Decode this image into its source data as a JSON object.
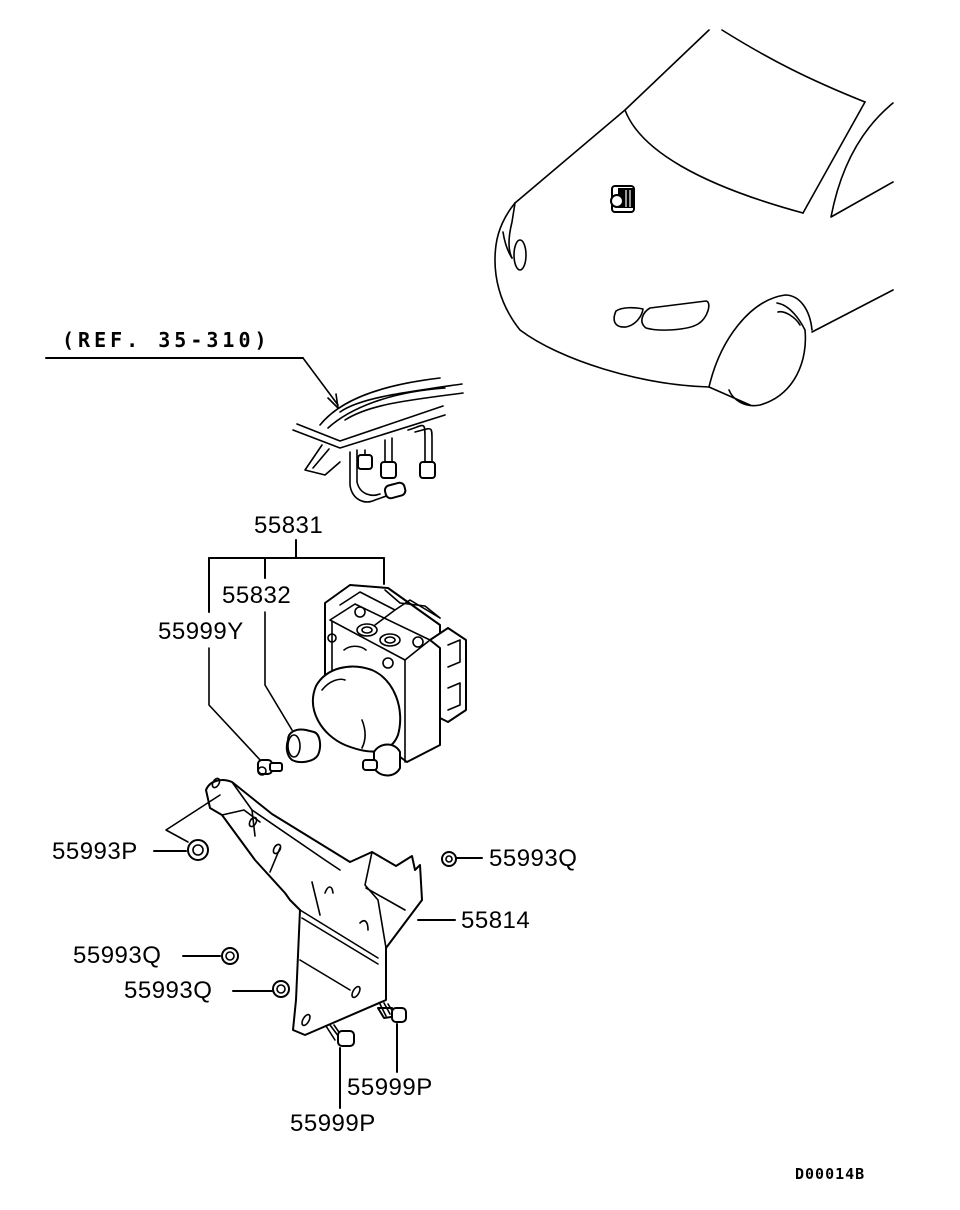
{
  "diagram": {
    "type": "exploded-parts-diagram",
    "subject": "ABS hydraulic unit and bracket",
    "reference_note": "(REF. 35-310)",
    "drawing_code": "D00014B",
    "colors": {
      "line": "#000000",
      "background": "#ffffff"
    },
    "parts": [
      {
        "id": "p55831",
        "label": "55831",
        "description": "ABS hydraulic unit assembly (group)"
      },
      {
        "id": "p55832",
        "label": "55832",
        "description": "Bushing / insulator"
      },
      {
        "id": "p55999y",
        "label": "55999Y",
        "description": "Stud bolt"
      },
      {
        "id": "p55993p",
        "label": "55993P",
        "description": "Nut"
      },
      {
        "id": "p55993q_right",
        "label": "55993Q",
        "description": "Nut"
      },
      {
        "id": "p55814",
        "label": "55814",
        "description": "Bracket"
      },
      {
        "id": "p55993q_left1",
        "label": "55993Q",
        "description": "Nut"
      },
      {
        "id": "p55993q_left2",
        "label": "55993Q",
        "description": "Nut"
      },
      {
        "id": "p55999p_right",
        "label": "55999P",
        "description": "Bolt"
      },
      {
        "id": "p55999p_left",
        "label": "55999P",
        "description": "Bolt"
      }
    ]
  }
}
